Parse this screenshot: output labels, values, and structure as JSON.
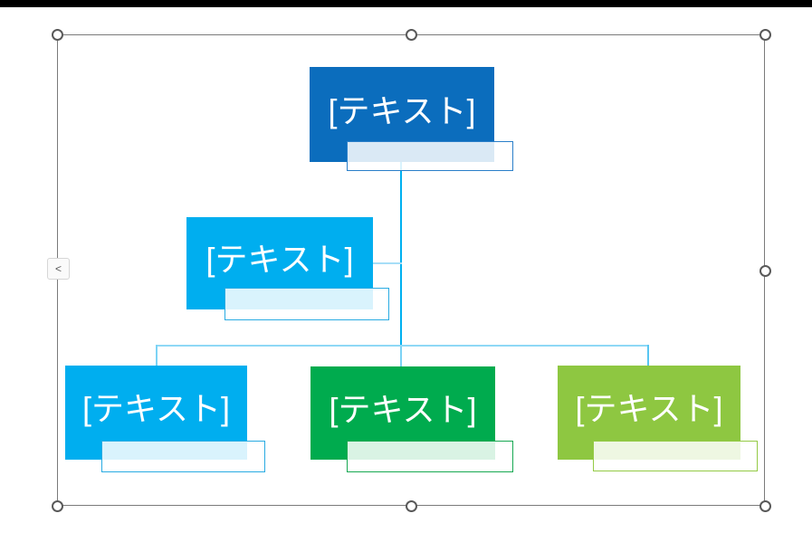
{
  "window": {
    "top_edge_color": "#000000"
  },
  "selection": {
    "frame_color": "#7a7a7a",
    "handle_fill": "#ffffff",
    "handle_border": "#595959",
    "handle_positions": [
      "top-left",
      "top-center",
      "top-right",
      "middle-left",
      "middle-right",
      "bottom-left",
      "bottom-center",
      "bottom-right"
    ]
  },
  "text_pane_toggle": {
    "chevron": "<"
  },
  "diagram": {
    "type": "smartart-org-chart",
    "placeholder_text": "[テキスト]",
    "connectors": {
      "main_color": "#00b0f0",
      "light_color": "#8ed8f6",
      "drop_color": "#7cd3f5",
      "right_drop_color": "#58c6f2",
      "assistant_elbow_color": "#a6def7"
    },
    "nodes": [
      {
        "id": "root",
        "level": 1,
        "label": "[テキスト]",
        "fill": "#0b6dbd",
        "bar_border": "#2a7fc9"
      },
      {
        "id": "assistant",
        "level": 2,
        "label": "[テキスト]",
        "fill": "#00aeef",
        "bar_border": "#29abe2"
      },
      {
        "id": "subordinate-1",
        "level": 3,
        "label": "[テキスト]",
        "fill": "#00aeef",
        "bar_border": "#29abe2"
      },
      {
        "id": "subordinate-2",
        "level": 3,
        "label": "[テキスト]",
        "fill": "#00ab4e",
        "bar_border": "#17a852"
      },
      {
        "id": "subordinate-3",
        "level": 3,
        "label": "[テキスト]",
        "fill": "#8ec741",
        "bar_border": "#94ca45"
      }
    ]
  }
}
